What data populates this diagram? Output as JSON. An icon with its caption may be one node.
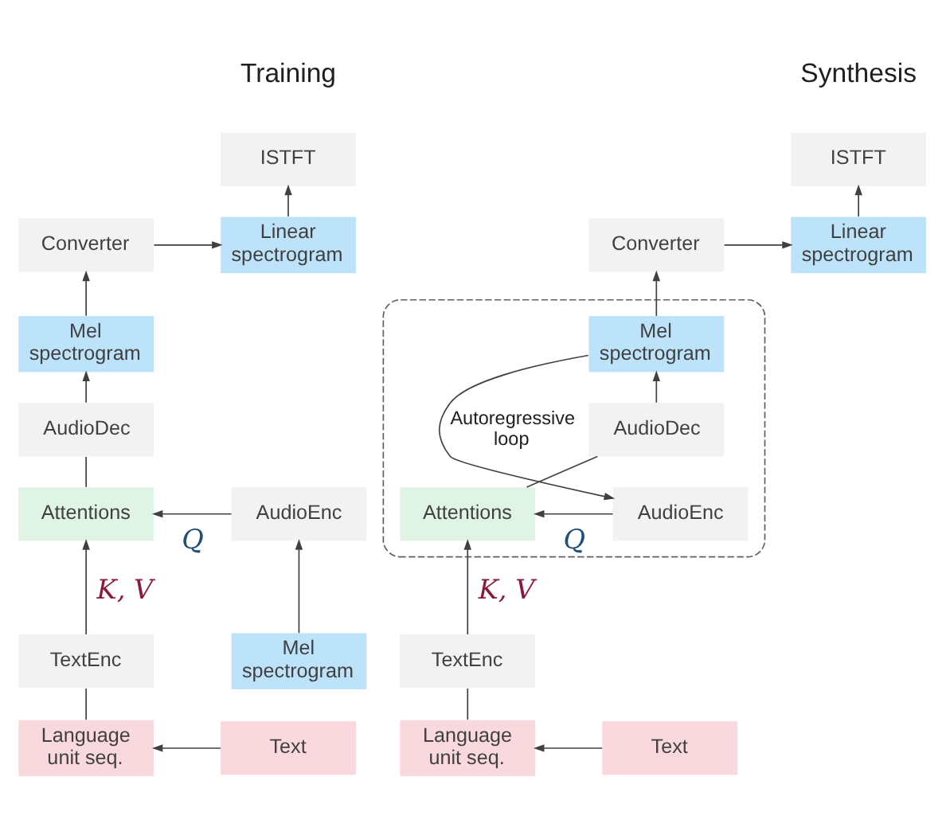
{
  "diagram": {
    "nodes": [
      {
        "text": [
          "ISTFT"
        ]
      },
      {
        "text": [
          "Converter"
        ]
      },
      {
        "text": [
          "Linear spectrogram"
        ]
      },
      {
        "text": [
          "Mel spectrogram"
        ]
      },
      {
        "text": [
          "AudioDec"
        ]
      },
      {
        "text": [
          "Attentions"
        ]
      },
      {
        "text": [
          "AudioEnc"
        ]
      },
      {
        "text": [
          "TextEnc"
        ]
      },
      {
        "text": [
          "Mel spectrogram"
        ]
      },
      {
        "text": [
          "Language unit seq."
        ]
      },
      {
        "text": [
          "Text"
        ]
      },
      {
        "text": [
          "ISTFT"
        ]
      },
      {
        "text": [
          "Converter"
        ]
      },
      {
        "text": [
          "Linear spectrogram"
        ]
      },
      {
        "text": [],
        "shape": "box"
      },
      {
        "text": [
          "Mel spectrogram"
        ],
        "in": 14
      },
      {
        "text": [
          "AudioDec"
        ],
        "in": 14
      },
      {
        "text": [
          "Attentions"
        ],
        "in": 14
      },
      {
        "text": [
          "AudioEnc"
        ],
        "in": 14
      },
      {
        "text": [
          "TextEnc"
        ]
      },
      {
        "text": [
          "Language unit seq."
        ]
      },
      {
        "text": [
          "Text"
        ]
      }
    ],
    "edges": [
      {
        "from": 10,
        "to": 9,
        "arrow": "to"
      },
      {
        "from": 9,
        "to": 7,
        "arrow": "none"
      },
      {
        "from": 7,
        "to": 5,
        "arrow": "to",
        "label": "K, V"
      },
      {
        "from": 8,
        "to": 6,
        "arrow": "to"
      },
      {
        "from": 6,
        "to": 5,
        "arrow": "to",
        "label": "Q"
      },
      {
        "from": 5,
        "to": 4,
        "arrow": "none"
      },
      {
        "from": 4,
        "to": 3,
        "arrow": "to"
      },
      {
        "from": 3,
        "to": 1,
        "arrow": "to"
      },
      {
        "from": 1,
        "to": 2,
        "arrow": "to"
      },
      {
        "from": 2,
        "to": 0,
        "arrow": "to"
      },
      {
        "from": 21,
        "to": 20,
        "arrow": "to"
      },
      {
        "from": 20,
        "to": 19,
        "arrow": "none"
      },
      {
        "from": 19,
        "to": 17,
        "arrow": "to",
        "label": "K, V"
      },
      {
        "from": 18,
        "to": 17,
        "arrow": "to",
        "label": "Q"
      },
      {
        "from": 17,
        "to": 16,
        "arrow": "none"
      },
      {
        "from": 16,
        "to": 15,
        "arrow": "to"
      },
      {
        "from": 15,
        "to": 12,
        "arrow": "to"
      },
      {
        "from": 12,
        "to": 13,
        "arrow": "to"
      },
      {
        "from": 13,
        "to": 11,
        "arrow": "to"
      },
      {
        "from": 15,
        "to": 18,
        "arrow": "to",
        "label": "Autoregressive loop"
      }
    ],
    "labels": [
      "Training",
      "Synthesis"
    ]
  }
}
